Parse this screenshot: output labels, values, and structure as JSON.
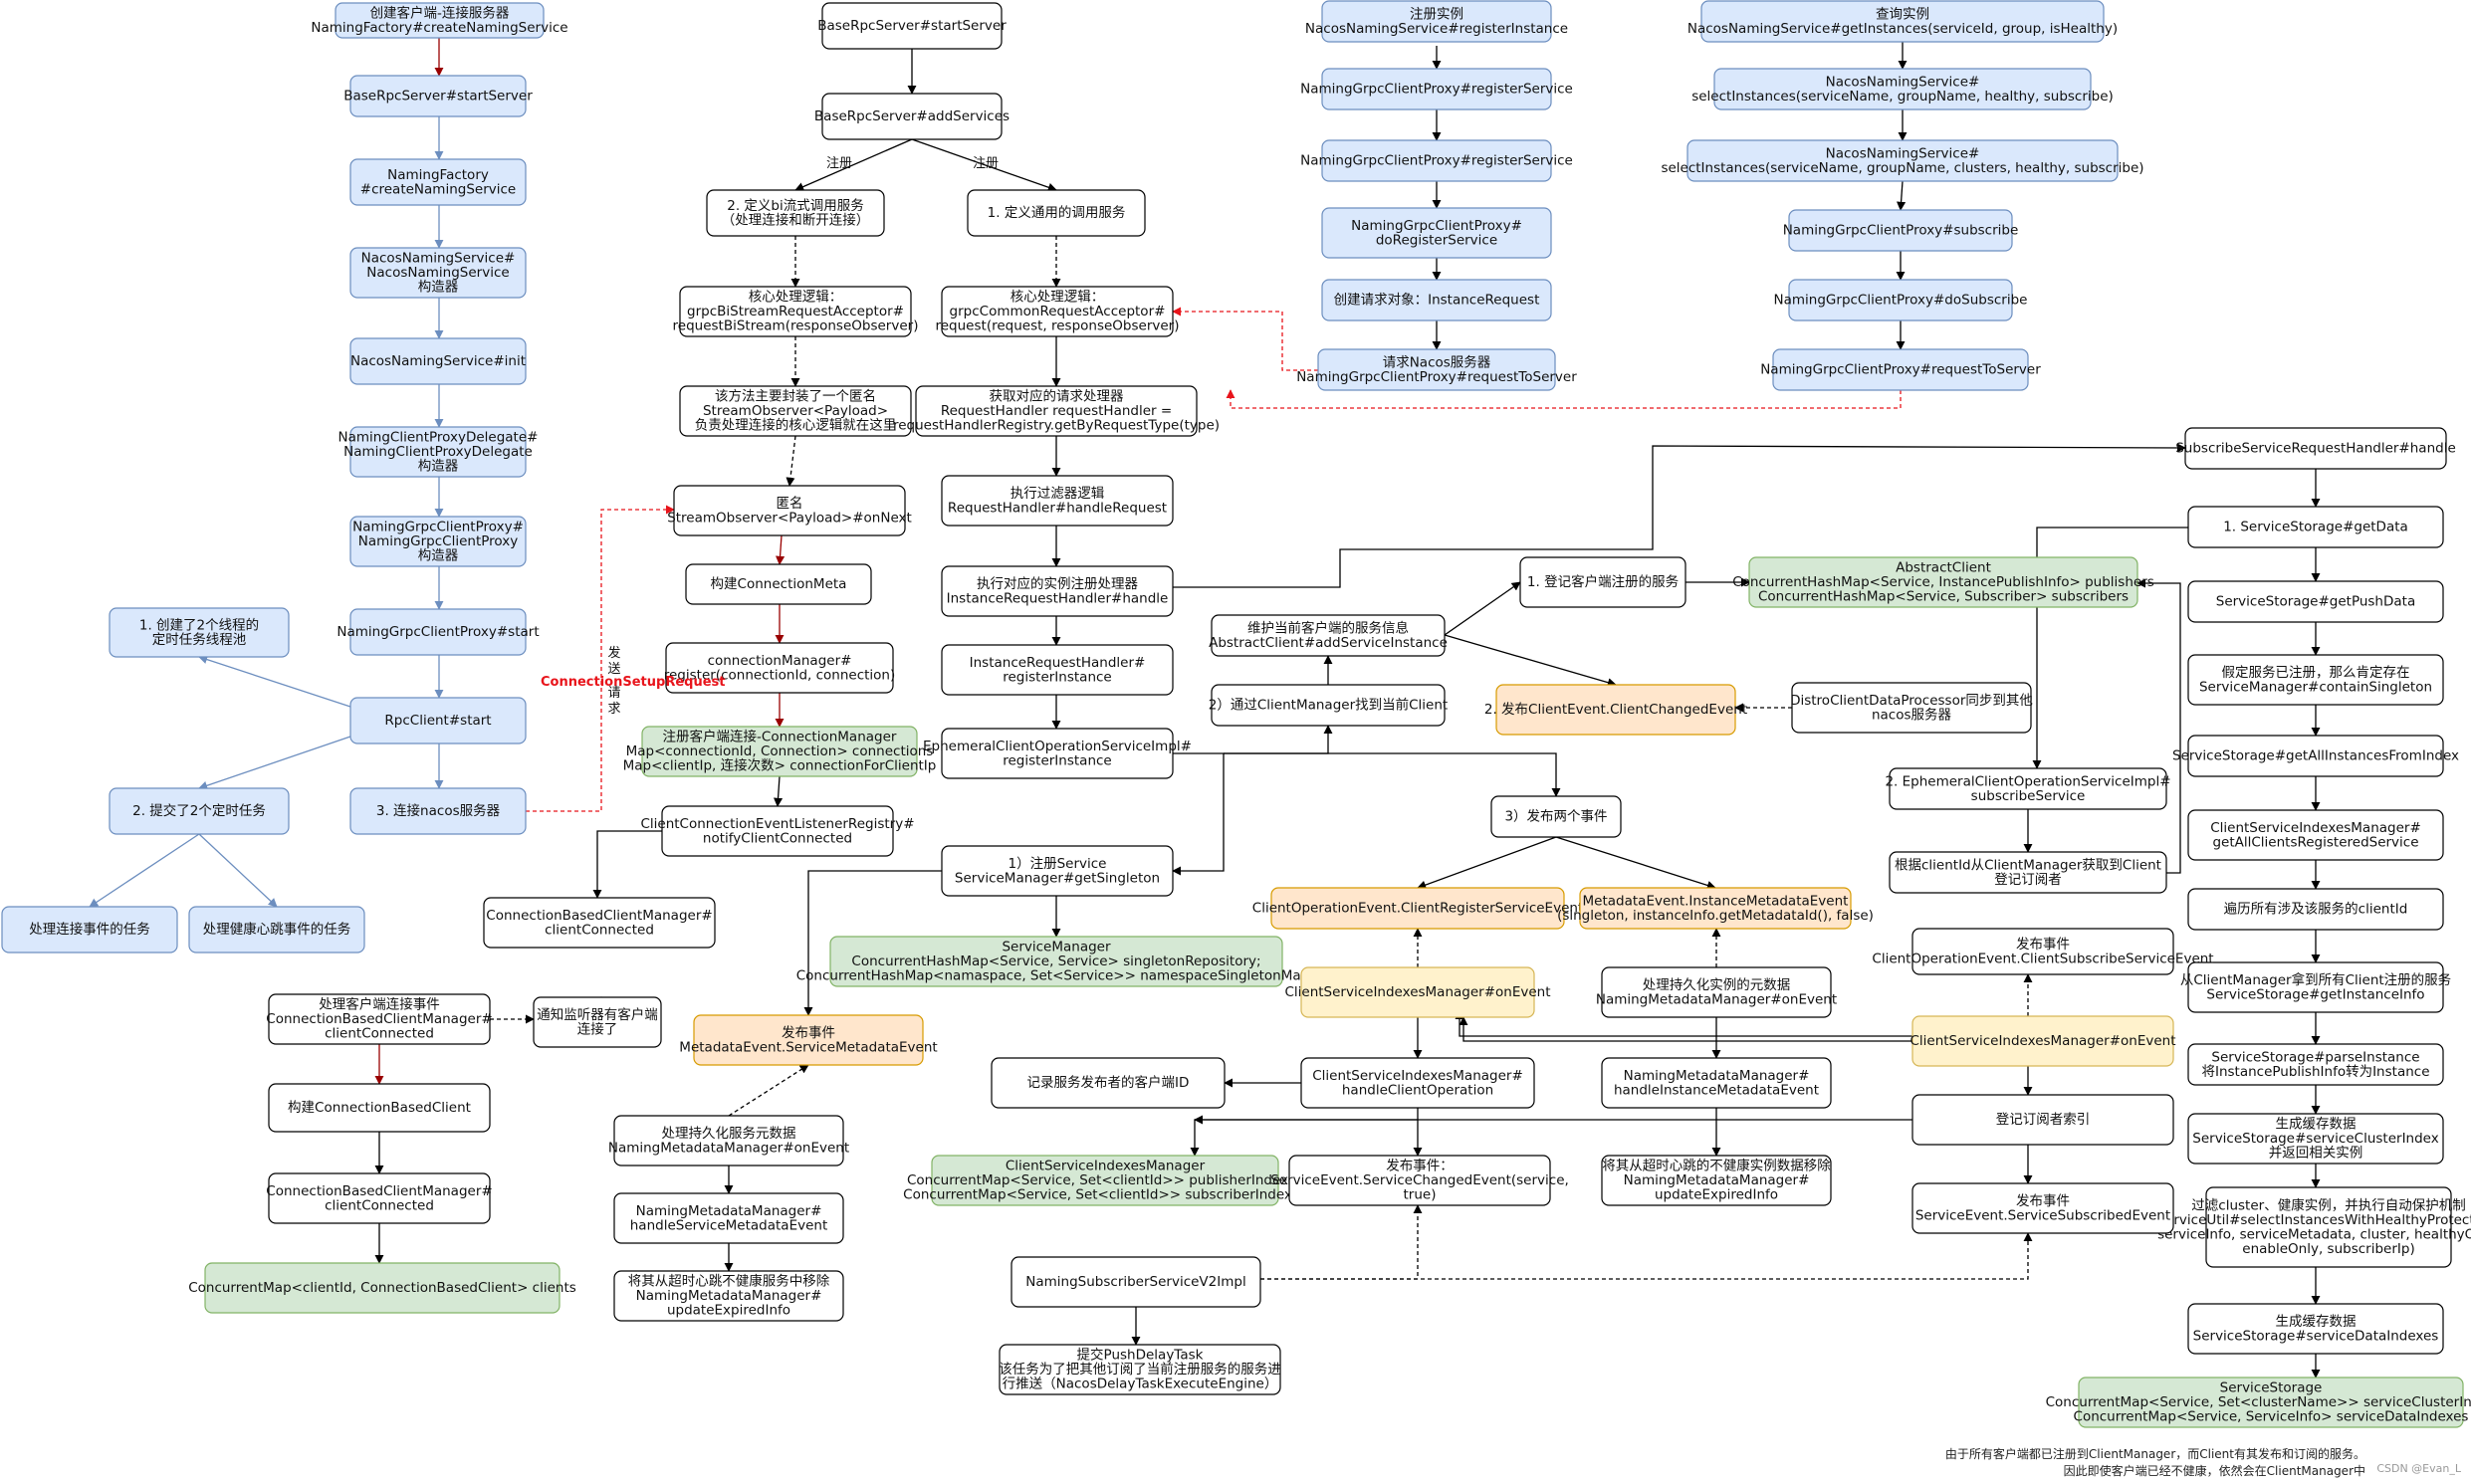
{
  "colors": {
    "white": {
      "fill": "#ffffff",
      "stroke": "#000000"
    },
    "blue": {
      "fill": "#dae8fc",
      "stroke": "#6c8ebf"
    },
    "green": {
      "fill": "#d5e8d4",
      "stroke": "#82b366"
    },
    "orange": {
      "fill": "#ffe6cc",
      "stroke": "#d79b00"
    },
    "yellow": {
      "fill": "#fff2cc",
      "stroke": "#d6b656"
    },
    "edge_black": "#000000",
    "edge_blue": "#6c8ebf",
    "edge_red": "#e8141b",
    "edge_brown": "#990000"
  },
  "nodes": [
    {
      "id": "c1",
      "style": "blue",
      "lines": [
        "创建客户端-连接服务器",
        "NamingFactory#createNamingService"
      ]
    },
    {
      "id": "c2",
      "style": "blue",
      "lines": [
        "BaseRpcServer#startServer"
      ]
    },
    {
      "id": "c3",
      "style": "blue",
      "lines": [
        "NamingFactory",
        "#createNamingService"
      ]
    },
    {
      "id": "c4",
      "style": "blue",
      "lines": [
        "NacosNamingService#",
        "NacosNamingService",
        "构造器"
      ]
    },
    {
      "id": "c5",
      "style": "blue",
      "lines": [
        "NacosNamingService#init"
      ]
    },
    {
      "id": "c6",
      "style": "blue",
      "lines": [
        "NamingClientProxyDelegate#",
        "NamingClientProxyDelegate",
        "构造器"
      ]
    },
    {
      "id": "c7",
      "style": "blue",
      "lines": [
        "NamingGrpcClientProxy#",
        "NamingGrpcClientProxy",
        "构造器"
      ]
    },
    {
      "id": "c8",
      "style": "blue",
      "lines": [
        "NamingGrpcClientProxy#start"
      ]
    },
    {
      "id": "c9",
      "style": "blue",
      "lines": [
        "RpcClient#start"
      ]
    },
    {
      "id": "c10",
      "style": "blue",
      "lines": [
        "1. 创建了2个线程的",
        "定时任务线程池"
      ]
    },
    {
      "id": "c11",
      "style": "blue",
      "lines": [
        "2. 提交了2个定时任务"
      ]
    },
    {
      "id": "c12",
      "style": "blue",
      "lines": [
        "3. 连接nacos服务器"
      ]
    },
    {
      "id": "c13",
      "style": "blue",
      "lines": [
        "处理连接事件的任务"
      ]
    },
    {
      "id": "c14",
      "style": "blue",
      "lines": [
        "处理健康心跳事件的任务"
      ]
    },
    {
      "id": "s1",
      "style": "white",
      "lines": [
        "BaseRpcServer#startServer"
      ]
    },
    {
      "id": "s2",
      "style": "white",
      "lines": [
        "BaseRpcServer#addServices"
      ]
    },
    {
      "id": "s3",
      "style": "white",
      "lines": [
        "2. 定义bi流式调用服务",
        "（处理连接和断开连接）"
      ]
    },
    {
      "id": "s4",
      "style": "white",
      "lines": [
        "1. 定义通用的调用服务"
      ]
    },
    {
      "id": "s5",
      "style": "white",
      "lines": [
        "核心处理逻辑：",
        "grpcBiStreamRequestAcceptor#",
        "requestBiStream(responseObserver)"
      ]
    },
    {
      "id": "s6",
      "style": "white",
      "lines": [
        "核心处理逻辑：",
        "grpcCommonRequestAcceptor#",
        "request(request, responseObserver)"
      ]
    },
    {
      "id": "s7",
      "style": "white",
      "lines": [
        "该方法主要封装了一个匿名",
        "StreamObserver<Payload>",
        "负责处理连接的核心逻辑就在这里"
      ]
    },
    {
      "id": "s8",
      "style": "white",
      "lines": [
        "获取对应的请求处理器",
        "RequestHandler requestHandler =",
        "requestHandlerRegistry.getByRequestType(type)"
      ]
    },
    {
      "id": "s9",
      "style": "white",
      "lines": [
        "匿名",
        "StreamObserver<Payload>#onNext"
      ]
    },
    {
      "id": "s10",
      "style": "white",
      "lines": [
        "执行过滤器逻辑",
        "RequestHandler#handleRequest"
      ]
    },
    {
      "id": "s11",
      "style": "white",
      "lines": [
        "构建ConnectionMeta"
      ]
    },
    {
      "id": "s12",
      "style": "white",
      "lines": [
        "执行对应的实例注册处理器",
        "InstanceRequestHandler#handle"
      ]
    },
    {
      "id": "s13",
      "style": "white",
      "lines": [
        "connectionManager#",
        "register(connectionId, connection)"
      ]
    },
    {
      "id": "s14",
      "style": "white",
      "lines": [
        "InstanceRequestHandler#",
        "registerInstance"
      ]
    },
    {
      "id": "s15",
      "style": "green",
      "lines": [
        "注册客户端连接-ConnectionManager",
        "Map<connectionId, Connection> connections",
        "Map<clientIp, 连接次数> connectionForClientIp"
      ]
    },
    {
      "id": "s16",
      "style": "white",
      "lines": [
        "EphemeralClientOperationServiceImpl#",
        "registerInstance"
      ]
    },
    {
      "id": "s17",
      "style": "white",
      "lines": [
        "ClientConnectionEventListenerRegistry#",
        "notifyClientConnected"
      ]
    },
    {
      "id": "s18",
      "style": "white",
      "lines": [
        "1）注册Service",
        "ServiceManager#getSingleton"
      ]
    },
    {
      "id": "s19",
      "style": "white",
      "lines": [
        "ConnectionBasedClientManager#",
        "clientConnected"
      ]
    },
    {
      "id": "s20",
      "style": "green",
      "lines": [
        "ServiceManager",
        "ConcurrentHashMap<Service, Service> singletonRepository;",
        "ConcurrentHashMap<namaspace, Set<Service>> namespaceSingletonMaps"
      ]
    },
    {
      "id": "s21",
      "style": "white",
      "lines": [
        "处理客户端连接事件",
        "ConnectionBasedClientManager#",
        "clientConnected"
      ]
    },
    {
      "id": "s22",
      "style": "white",
      "lines": [
        "通知监听器有客户端",
        "连接了"
      ]
    },
    {
      "id": "s23",
      "style": "orange",
      "lines": [
        "发布事件",
        "MetadataEvent.ServiceMetadataEvent"
      ]
    },
    {
      "id": "s24",
      "style": "white",
      "lines": [
        "构建ConnectionBasedClient"
      ]
    },
    {
      "id": "s25",
      "style": "white",
      "lines": [
        "处理持久化服务元数据",
        "NamingMetadataManager#onEvent"
      ]
    },
    {
      "id": "s26",
      "style": "white",
      "lines": [
        "ConnectionBasedClientManager#",
        "clientConnected"
      ]
    },
    {
      "id": "s27",
      "style": "white",
      "lines": [
        "NamingMetadataManager#",
        "handleServiceMetadataEvent"
      ]
    },
    {
      "id": "s28",
      "style": "green",
      "lines": [
        "ConcurrentMap<clientId, ConnectionBasedClient> clients"
      ]
    },
    {
      "id": "s29",
      "style": "white",
      "lines": [
        "将其从超时心跳不健康服务中移除",
        "NamingMetadataManager#",
        "updateExpiredInfo"
      ]
    },
    {
      "id": "r1",
      "style": "blue",
      "lines": [
        "注册实例",
        "NacosNamingService#registerInstance"
      ]
    },
    {
      "id": "r2",
      "style": "blue",
      "lines": [
        "NamingGrpcClientProxy#registerService"
      ]
    },
    {
      "id": "r3",
      "style": "blue",
      "lines": [
        "NamingGrpcClientProxy#registerService"
      ]
    },
    {
      "id": "r4",
      "style": "blue",
      "lines": [
        "NamingGrpcClientProxy#",
        "doRegisterService"
      ]
    },
    {
      "id": "r5",
      "style": "blue",
      "lines": [
        "创建请求对象：InstanceRequest"
      ]
    },
    {
      "id": "r6",
      "style": "blue",
      "lines": [
        "请求Nacos服务器",
        "NamingGrpcClientProxy#requestToServer"
      ]
    },
    {
      "id": "q1",
      "style": "blue",
      "lines": [
        "查询实例",
        "NacosNamingService#getInstances(serviceId, group, isHealthy)"
      ]
    },
    {
      "id": "q2",
      "style": "blue",
      "lines": [
        "NacosNamingService#",
        "selectInstances(serviceName, groupName, healthy, subscribe)"
      ]
    },
    {
      "id": "q3",
      "style": "blue",
      "lines": [
        "NacosNamingService#",
        "selectInstances(serviceName, groupName, clusters, healthy, subscribe)"
      ]
    },
    {
      "id": "q4",
      "style": "blue",
      "lines": [
        "NamingGrpcClientProxy#subscribe"
      ]
    },
    {
      "id": "q5",
      "style": "blue",
      "lines": [
        "NamingGrpcClientProxy#doSubscribe"
      ]
    },
    {
      "id": "q6",
      "style": "blue",
      "lines": [
        "NamingGrpcClientProxy#requestToServer"
      ]
    },
    {
      "id": "m1",
      "style": "white",
      "lines": [
        "维护当前客户端的服务信息",
        "AbstractClient#addServiceInstance"
      ]
    },
    {
      "id": "m2",
      "style": "white",
      "lines": [
        "1. 登记客户端注册的服务"
      ]
    },
    {
      "id": "m3",
      "style": "green",
      "lines": [
        "AbstractClient",
        "ConcurrentHashMap<Service, InstancePublishInfo> publishers",
        "ConcurrentHashMap<Service, Subscriber> subscribers"
      ]
    },
    {
      "id": "m4",
      "style": "white",
      "lines": [
        "2）通过ClientManager找到当前Client"
      ]
    },
    {
      "id": "m5",
      "style": "orange",
      "lines": [
        "2. 发布ClientEvent.ClientChangedEvent"
      ]
    },
    {
      "id": "m6",
      "style": "white",
      "lines": [
        "DistroClientDataProcessor同步到其他",
        "nacos服务器"
      ]
    },
    {
      "id": "m7",
      "style": "white",
      "lines": [
        "3）发布两个事件"
      ]
    },
    {
      "id": "m8",
      "style": "orange",
      "lines": [
        "ClientOperationEvent.ClientRegisterServiceEvent"
      ]
    },
    {
      "id": "m9",
      "style": "orange",
      "lines": [
        "MetadataEvent.InstanceMetadataEvent",
        "(singleton, instanceInfo.getMetadataId(), false)"
      ]
    },
    {
      "id": "m10",
      "style": "yellow",
      "lines": [
        "ClientServiceIndexesManager#onEvent"
      ]
    },
    {
      "id": "m11",
      "style": "white",
      "lines": [
        "处理持久化实例的元数据",
        "NamingMetadataManager#onEvent"
      ]
    },
    {
      "id": "m12",
      "style": "white",
      "lines": [
        "记录服务发布者的客户端ID"
      ]
    },
    {
      "id": "m13",
      "style": "white",
      "lines": [
        "ClientServiceIndexesManager#",
        "handleClientOperation"
      ]
    },
    {
      "id": "m14",
      "style": "white",
      "lines": [
        "NamingMetadataManager#",
        "handleInstanceMetadataEvent"
      ]
    },
    {
      "id": "m15",
      "style": "green",
      "lines": [
        "ClientServiceIndexesManager",
        "ConcurrentMap<Service, Set<clientId>> publisherIndexes",
        "ConcurrentMap<Service, Set<clientId>> subscriberIndexes"
      ]
    },
    {
      "id": "m16",
      "style": "white",
      "lines": [
        "发布事件：",
        "ServiceEvent.ServiceChangedEvent(service,",
        "true)"
      ]
    },
    {
      "id": "m17",
      "style": "white",
      "lines": [
        "将其从超时心跳的不健康实例数据移除",
        "NamingMetadataManager#",
        "updateExpiredInfo"
      ]
    },
    {
      "id": "m18",
      "style": "white",
      "lines": [
        "NamingSubscriberServiceV2Impl"
      ]
    },
    {
      "id": "m19",
      "style": "white",
      "lines": [
        "提交PushDelayTask",
        "该任务为了把其他订阅了当前注册服务的服务进",
        "行推送（NacosDelayTaskExecuteEngine）"
      ]
    },
    {
      "id": "u1",
      "style": "white",
      "lines": [
        "SubscribeServiceRequestHandler#handle"
      ]
    },
    {
      "id": "u2",
      "style": "white",
      "lines": [
        "1. ServiceStorage#getData"
      ]
    },
    {
      "id": "u3",
      "style": "white",
      "lines": [
        "ServiceStorage#getPushData"
      ]
    },
    {
      "id": "u4",
      "style": "white",
      "lines": [
        "假定服务已注册，那么肯定存在",
        "ServiceManager#containSingleton"
      ]
    },
    {
      "id": "u5",
      "style": "white",
      "lines": [
        "ServiceStorage#getAllInstancesFromIndex"
      ]
    },
    {
      "id": "u6",
      "style": "white",
      "lines": [
        "ClientServiceIndexesManager#",
        "getAllClientsRegisteredService"
      ]
    },
    {
      "id": "u7",
      "style": "white",
      "lines": [
        "遍历所有涉及该服务的clientId"
      ]
    },
    {
      "id": "u8",
      "style": "white",
      "lines": [
        "从ClientManager拿到所有Client注册的服务",
        "ServiceStorage#getInstanceInfo"
      ]
    },
    {
      "id": "u9",
      "style": "white",
      "lines": [
        "ServiceStorage#parseInstance",
        "将InstancePublishInfo转为Instance"
      ]
    },
    {
      "id": "u10",
      "style": "white",
      "lines": [
        "生成缓存数据",
        "ServiceStorage#serviceClusterIndex",
        "并返回相关实例"
      ]
    },
    {
      "id": "u11",
      "style": "white",
      "lines": [
        "过滤cluster、健康实例，并执行自动保护机制",
        "ServiceUtil#selectInstancesWithHealthyProtection(",
        "serviceInfo, serviceMetadata, cluster, healthyOnly,",
        "enableOnly, subscriberIp)"
      ]
    },
    {
      "id": "u12",
      "style": "white",
      "lines": [
        "生成缓存数据",
        "ServiceStorage#serviceDataIndexes"
      ]
    },
    {
      "id": "u13",
      "style": "green",
      "lines": [
        "ServiceStorage",
        "ConcurrentMap<Service, Set<clusterName>> serviceClusterIndex",
        "ConcurrentMap<Service, ServiceInfo> serviceDataIndexes"
      ]
    },
    {
      "id": "u14",
      "style": "white",
      "lines": [
        "2. EphemeralClientOperationServiceImpl#",
        "subscribeService"
      ]
    },
    {
      "id": "u15",
      "style": "white",
      "lines": [
        "根据clientId从ClientManager获取到Client",
        "登记订阅者"
      ]
    },
    {
      "id": "u16",
      "style": "white",
      "lines": [
        "发布事件",
        "ClientOperationEvent.ClientSubscribeServiceEvent"
      ]
    },
    {
      "id": "u17",
      "style": "yellow",
      "lines": [
        "ClientServiceIndexesManager#onEvent"
      ]
    },
    {
      "id": "u18",
      "style": "white",
      "lines": [
        "登记订阅者索引"
      ]
    },
    {
      "id": "u19",
      "style": "white",
      "lines": [
        "发布事件",
        "ServiceEvent.ServiceSubscribedEvent"
      ]
    }
  ],
  "edge_labels": [
    {
      "id": "lbl_zc1",
      "text": "注册"
    },
    {
      "id": "lbl_zc2",
      "text": "注册"
    },
    {
      "id": "lbl_conn_setup",
      "text": "ConnectionSetupRequest"
    },
    {
      "id": "lbl_send1",
      "text": "发"
    },
    {
      "id": "lbl_send2",
      "text": "送"
    },
    {
      "id": "lbl_send3",
      "text": "请"
    },
    {
      "id": "lbl_send4",
      "text": "求"
    }
  ],
  "footer_note": [
    "由于所有客户端都已注册到ClientManager，而Client有其发布和订阅的服务。",
    "因此即使客户端已经不健康，依然会在ClientManager中"
  ],
  "watermark": "CSDN @Evan_L"
}
